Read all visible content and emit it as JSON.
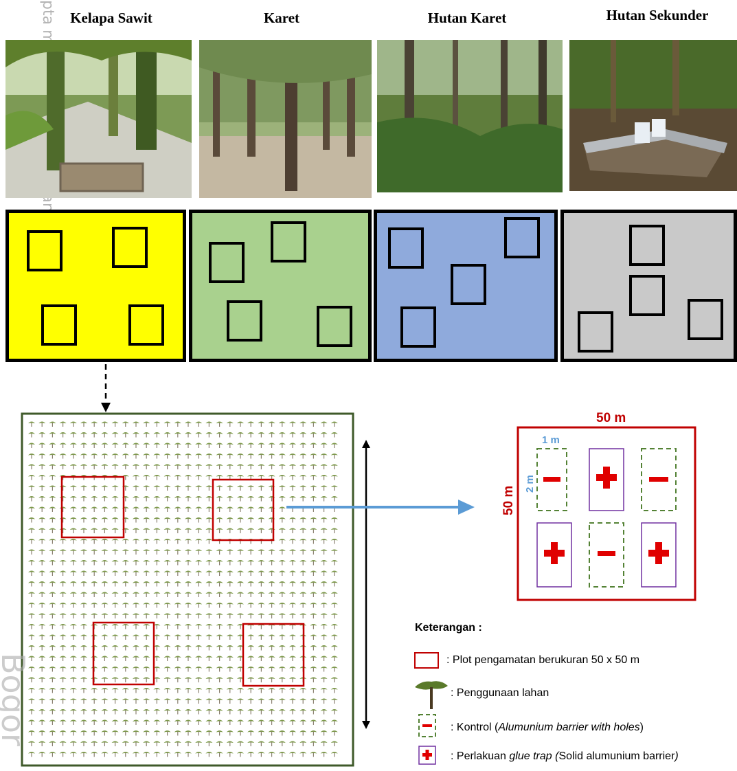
{
  "sites": [
    {
      "title": "Kelapa Sawit",
      "fill": "#ffff00"
    },
    {
      "title": "Karet",
      "fill": "#a9d18e"
    },
    {
      "title": "Hutan Karet",
      "fill": "#8faadc"
    },
    {
      "title": "Hutan Sekunder",
      "fill": "#c9c9c9"
    }
  ],
  "detail": {
    "side_label": "50 m",
    "top_label": "50 m",
    "width_label": "1 m",
    "height_label": "2 m"
  },
  "legend": {
    "title": "Keterangan :",
    "plot": ": Plot pengamatan berukuran 50 x 50 m",
    "landuse": ":  Penggunaan lahan",
    "control_prefix": ":  Kontrol (",
    "control_italic": "Alumunium barrier with holes",
    "control_suffix": ")",
    "treat_prefix": ":  Perlakuan ",
    "treat_italic": "glue trap (",
    "treat_mid": "Solid alumunium barrier",
    "treat_suffix": ")"
  },
  "watermark": {
    "side_text": "pta milik IPB (Institut Pertanian Bogor)",
    "bottom_text": "Bogor"
  },
  "colors": {
    "plot_red": "#c00000",
    "arrow_blue": "#5b9bd5",
    "treatment_purple": "#7030a0",
    "control_green": "#548235",
    "dimension_blue": "#5b9bd5"
  }
}
